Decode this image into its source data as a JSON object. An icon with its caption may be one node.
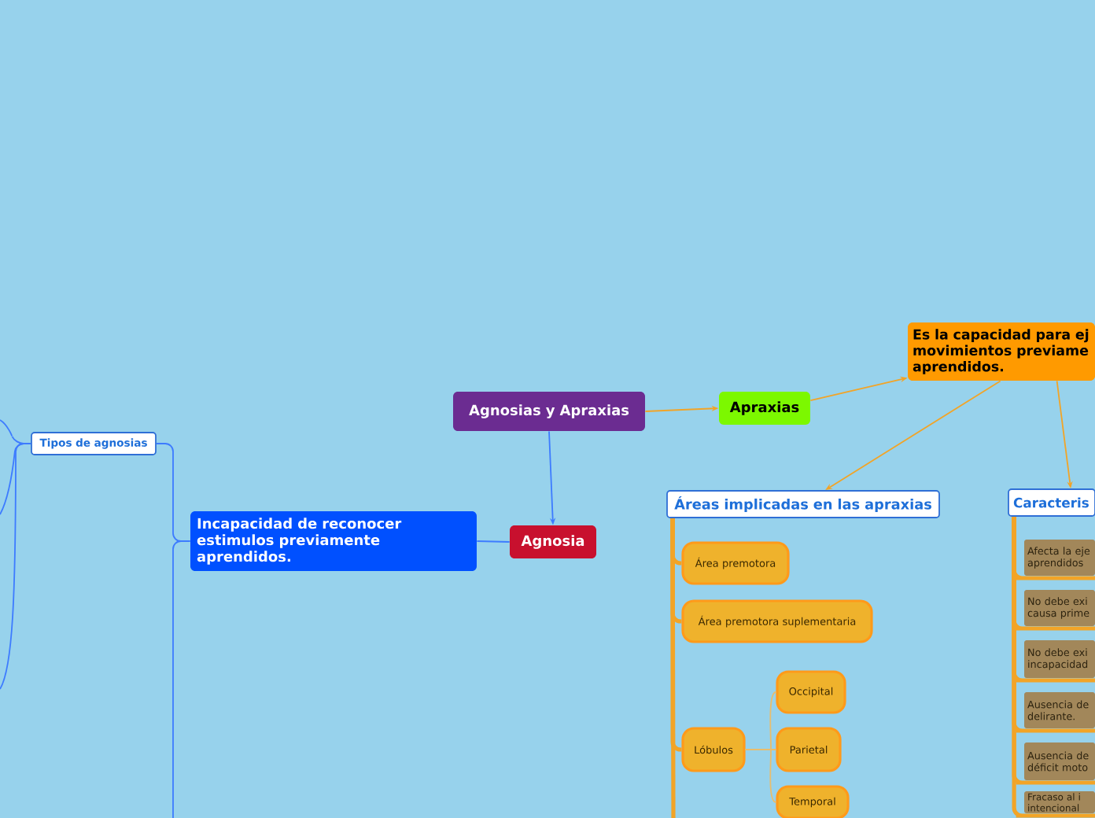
{
  "diagram": {
    "nodes": [
      {
        "text": [
          "Agnosias y Apraxias"
        ]
      },
      {
        "text": [
          "Apraxias"
        ]
      },
      {
        "text": [
          "Es la capacidad para ej movimientos previame aprendidos."
        ]
      },
      {
        "text": [
          "Agnosia"
        ]
      },
      {
        "text": [
          "Incapacidad de reconocer estimulos previamente aprendidos."
        ]
      },
      {
        "text": [
          "Tipos de agnosias"
        ]
      },
      {
        "text": [
          "Áreas implicadas en las apraxias"
        ]
      },
      {
        "text": [
          "Caracteris"
        ]
      },
      {
        "text": [
          "Área premotora"
        ]
      },
      {
        "text": [
          "Área premotora suplementaria"
        ]
      },
      {
        "text": [
          "Lóbulos"
        ]
      },
      {
        "text": [
          "Occipital"
        ]
      },
      {
        "text": [
          "Parietal"
        ]
      },
      {
        "text": [
          "Temporal"
        ]
      },
      {
        "text": [
          "Afecta la eje aprendidos"
        ]
      },
      {
        "text": [
          "No debe exi causa prime"
        ]
      },
      {
        "text": [
          "No debe exi incapacidad"
        ]
      },
      {
        "text": [
          "Ausencia de delirante."
        ]
      },
      {
        "text": [
          "Ausencia de déficit moto"
        ]
      },
      {
        "text": [
          "Fracaso al i intencional"
        ]
      }
    ],
    "edges": [
      {
        "from": 0,
        "to": 3,
        "arrow": "to",
        "color": "#3d7bff"
      },
      {
        "from": 0,
        "to": 1,
        "arrow": "to"
      },
      {
        "from": 1,
        "to": 2,
        "arrow": "to"
      },
      {
        "from": 2,
        "to": 6,
        "arrow": "to"
      },
      {
        "from": 2,
        "to": 7,
        "arrow": "to"
      },
      {
        "from": 3,
        "to": 4,
        "arrow": "none",
        "color": "#3d7bff"
      },
      {
        "from": 4,
        "to": 5,
        "arrow": "none",
        "color": "#3d7bff"
      },
      {
        "from": 4,
        "to": null,
        "arrow": "none",
        "color": "#3d7bff"
      },
      {
        "from": 5,
        "to": null,
        "arrow": "none",
        "color": "#3d7bff"
      },
      {
        "from": 5,
        "to": null,
        "arrow": "none",
        "color": "#3d7bff"
      },
      {
        "from": 5,
        "to": null,
        "arrow": "none",
        "color": "#3d7bff"
      },
      {
        "from": 6,
        "to": 8,
        "arrow": "none",
        "style": "thick"
      },
      {
        "from": 6,
        "to": 9,
        "arrow": "none",
        "style": "thick"
      },
      {
        "from": 6,
        "to": 10,
        "arrow": "none",
        "style": "thick"
      },
      {
        "from": 6,
        "to": null,
        "arrow": "none",
        "style": "thick"
      },
      {
        "from": 10,
        "to": 11,
        "arrow": "none",
        "color": "#e8bd6e"
      },
      {
        "from": 10,
        "to": 12,
        "arrow": "none",
        "color": "#e8bd6e"
      },
      {
        "from": 10,
        "to": 13,
        "arrow": "none",
        "color": "#e8bd6e"
      },
      {
        "from": 7,
        "to": 14,
        "arrow": "none",
        "style": "thick"
      },
      {
        "from": 7,
        "to": 15,
        "arrow": "none",
        "style": "thick"
      },
      {
        "from": 7,
        "to": 16,
        "arrow": "none",
        "style": "thick"
      },
      {
        "from": 7,
        "to": 17,
        "arrow": "none",
        "style": "thick"
      },
      {
        "from": 7,
        "to": 18,
        "arrow": "none",
        "style": "thick"
      },
      {
        "from": 7,
        "to": 19,
        "arrow": "none",
        "style": "thick"
      }
    ]
  }
}
